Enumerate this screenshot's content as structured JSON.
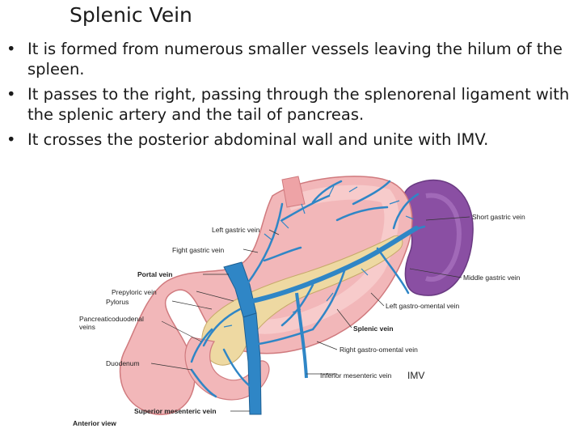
{
  "slide": {
    "title": "Splenic Vein",
    "bullets": [
      "It is formed from numerous smaller vessels leaving the hilum of the spleen.",
      "It passes to the right, passing through the splenorenal ligament with the splenic artery and the tail of pancreas.",
      "It crosses the posterior abdominal wall and unite with IMV."
    ]
  },
  "figure": {
    "labels": {
      "left_gastric_vein": "Left gastric vein",
      "right_gastric_vein": "Fight gastric vein",
      "portal_vein": "Portal vein",
      "prepyloric_vein": "Prepyloric vein",
      "pylorus": "Pylorus",
      "pancreaticoduodenal_veins_1": "Pancreaticoduodenal",
      "pancreaticoduodenal_veins_2": "veins",
      "duodenum": "Duodenum",
      "superior_mesenteric_vein": "Superior mesenteric vein",
      "anterior_view": "Anterior view",
      "short_gastric_vein": "Short gastric vein",
      "middle_gastric_vein": "Middle gastric vein",
      "left_gastro_omental_vein": "Left gastro-omental vein",
      "splenic_vein": "Splenic vein",
      "right_gastro_omental_vein": "Right gastro-omental vein",
      "inferior_mesenteric_vein": "Inferior mesenteric vein",
      "imv_annotation": "IMV"
    },
    "colors": {
      "stomach": "#f2b7b9",
      "spleen": "#8a4fa3",
      "vein": "#2f86c6",
      "pancreas": "#eed9a2"
    }
  }
}
